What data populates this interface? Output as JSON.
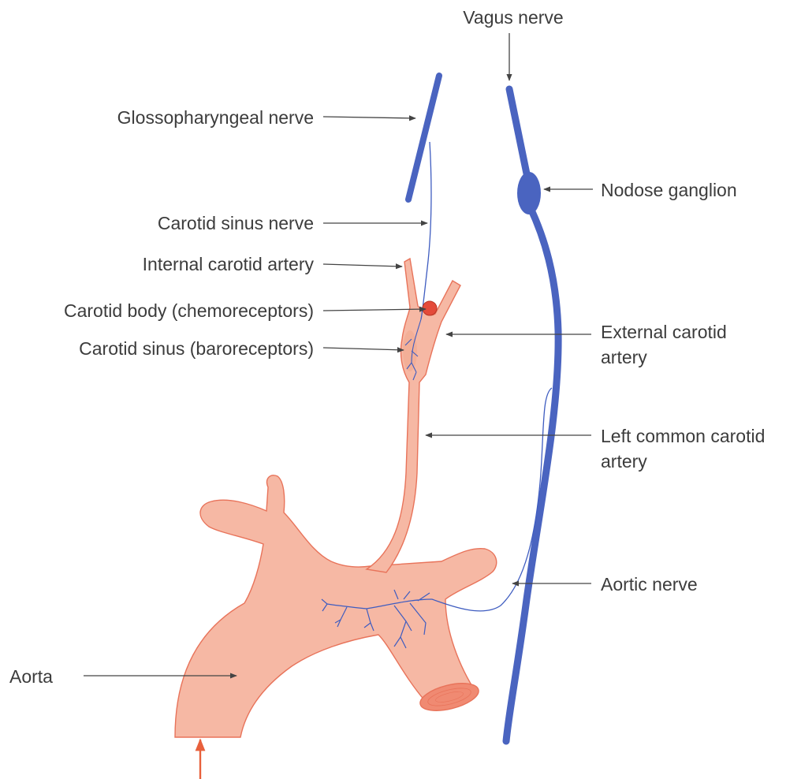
{
  "labels": {
    "vagus": "Vagus nerve",
    "glossopharyngeal": "Glossopharyngeal nerve",
    "nodose": "Nodose ganglion",
    "carotid_sinus_nerve": "Carotid sinus nerve",
    "internal_carotid": "Internal carotid artery",
    "carotid_body": "Carotid body (chemoreceptors)",
    "carotid_sinus": "Carotid sinus (baroreceptors)",
    "external_carotid_1": "External carotid",
    "external_carotid_2": "artery",
    "left_common_1": "Left common carotid",
    "left_common_2": "artery",
    "aortic_nerve": "Aortic nerve",
    "aorta": "Aorta"
  },
  "colors": {
    "artery_fill": "#f6b8a4",
    "artery_outline": "#e8735a",
    "nerve_blue": "#4a64c0",
    "thin_nerve": "#3e5cc0",
    "carotid_body": "#e44a3a",
    "arrow_red": "#e8603c",
    "label_text": "#3c3c3c"
  }
}
